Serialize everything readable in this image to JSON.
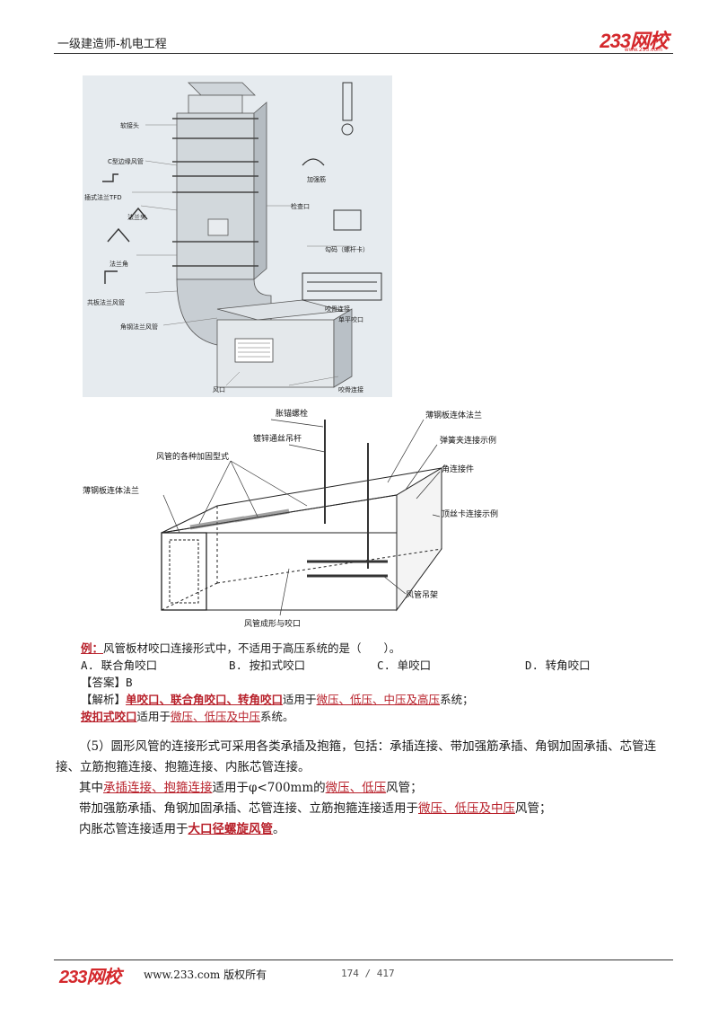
{
  "header": {
    "title": "一级建造师-机电工程",
    "logo": "233网校",
    "logo_sub": "www.233.com"
  },
  "figure_top": {
    "labels": {
      "l1": "软接头",
      "l2": "C型边缘风管",
      "l3": "插式法兰TFD",
      "l4": "法兰夹",
      "l5": "法兰角",
      "l6": "共板法兰风管",
      "l7": "角钢法兰风管",
      "l8": "风口",
      "r1": "加强筋",
      "r2": "检查口",
      "r3": "勾码（螺杆卡）",
      "r4": "咬骨连接",
      "r5": "单平咬口",
      "r6": "咬骨连接"
    }
  },
  "figure_bottom": {
    "labels": {
      "a": "胀锚螺栓",
      "b": "镀锌通丝吊杆",
      "c": "风管的各种加固型式",
      "d": "薄钢板连体法兰",
      "e": "薄钢板连体法兰",
      "f": "弹簧夹连接示例",
      "g": "角连接件",
      "h": "顶丝卡连接示例",
      "i": "风管吊架",
      "j": "风管成形与咬口"
    }
  },
  "question": {
    "prefix": "例：",
    "text": "风管板材咬口连接形式中，不适用于高压系统的是（　　）。",
    "options": [
      "A. 联合角咬口",
      "B. 按扣式咬口",
      "C. 单咬口",
      "D. 转角咬口"
    ],
    "answer_label": "【答案】",
    "answer": "B",
    "analysis_label": "【解析】",
    "analysis_1a": "单咬口、联合角咬口、转角咬口",
    "analysis_1b": "适用于",
    "analysis_1c": "微压、低压、中压及高压",
    "analysis_1d": "系统；",
    "analysis_2a": "按扣式咬口",
    "analysis_2b": "适用于",
    "analysis_2c": "微压、低压及中压",
    "analysis_2d": "系统。"
  },
  "paragraph": {
    "p1": "（5）圆形风管的连接形式可采用各类承插及抱箍，包括：承插连接、带加强筋承插、角钢加固承插、芯管连接、立筋抱箍连接、抱箍连接、内胀芯管连接。",
    "p2a": "其中",
    "p2b": "承插连接、抱箍连接",
    "p2c": "适用于φ<700mm的",
    "p2d": "微压、低压",
    "p2e": "风管；",
    "p3a": "带加强筋承插、角钢加固承插、芯管连接、立筋抱箍连接适用于",
    "p3b": "微压、低压及中压",
    "p3c": "风管；",
    "p4a": "内胀芯管连接适用于",
    "p4b": "大口径螺旋风管",
    "p4c": "。"
  },
  "footer": {
    "logo": "233网校",
    "site": "www.233.com 版权所有",
    "page": "174 / 417"
  }
}
